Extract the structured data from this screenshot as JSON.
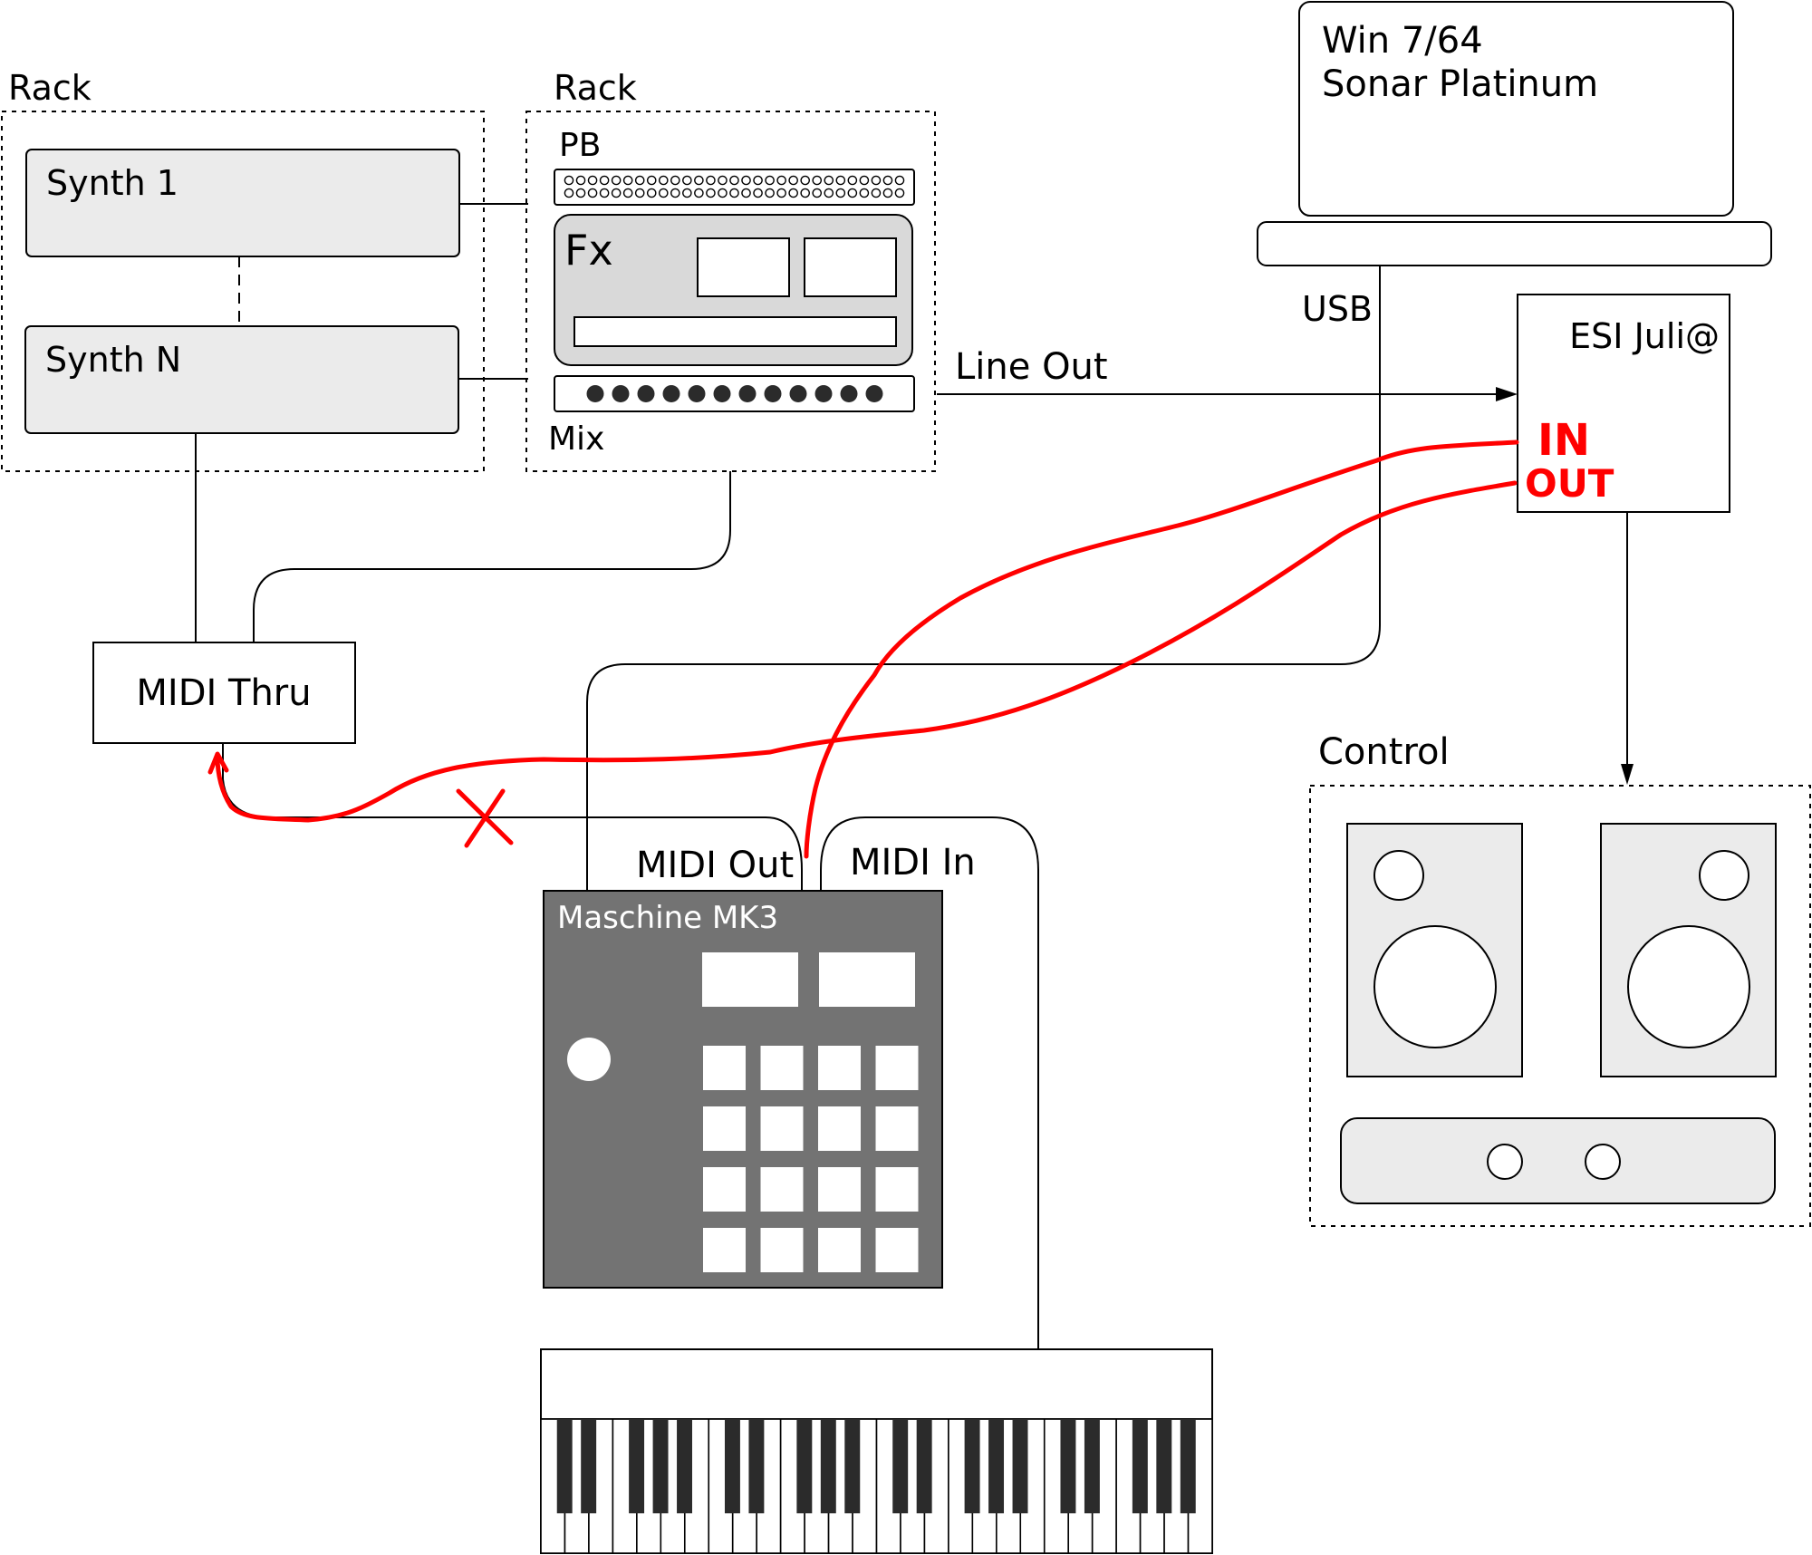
{
  "colors": {
    "synth_fill": "#ebebeb",
    "fx_fill": "#d9d9d9",
    "maschine_fill": "#737373",
    "speaker_fill": "#ebebeb",
    "annotation": "#ff0000",
    "black_key": "#2b2b2b"
  },
  "racks": [
    {
      "label": "Rack",
      "devices": [
        "Synth 1",
        "Synth N"
      ]
    },
    {
      "label": "Rack",
      "patchbay_label": "PB",
      "fx_label": "Fx",
      "mixer_label": "Mix",
      "patchbay_jacks_per_row": 29,
      "patchbay_rows": 2,
      "mixer_knobs": 12
    }
  ],
  "computer": {
    "line1": "Win 7/64",
    "line2": "Sonar Platinum"
  },
  "connections": {
    "usb": "USB",
    "line_out": "Line Out",
    "midi_out": "MIDI Out",
    "midi_in": "MIDI In"
  },
  "audio_interface": {
    "label": "ESI Juli@",
    "annotation_in": "IN",
    "annotation_out": "OUT"
  },
  "midi_thru": {
    "label": "MIDI Thru"
  },
  "maschine": {
    "label": "Maschine MK3",
    "display_count": 2,
    "pad_rows": 4,
    "pad_cols": 4
  },
  "control": {
    "label": "Control",
    "speakers": 2,
    "controller_knobs": 2
  },
  "keyboard": {
    "octaves": 4
  }
}
